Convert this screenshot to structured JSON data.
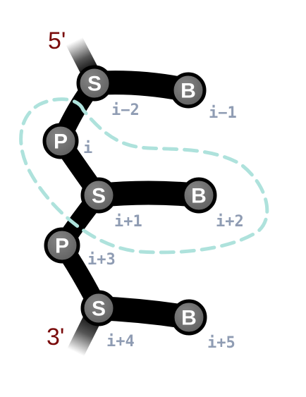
{
  "strand": {
    "five_prime_label": "5'",
    "three_prime_label": "3'",
    "end_label_color": "#7a0b0b",
    "backbone_color": "#000000",
    "node_fill": "#6f6f6f",
    "node_stroke": "#000000"
  },
  "loop": {
    "color": "#aee2dc",
    "style": "dashed"
  },
  "nodes": [
    {
      "id": "s1",
      "letter": "S",
      "index": "i−2"
    },
    {
      "id": "b1",
      "letter": "B",
      "index": "i−1"
    },
    {
      "id": "p1",
      "letter": "P",
      "index": "i"
    },
    {
      "id": "s2",
      "letter": "S",
      "index": "i+1"
    },
    {
      "id": "b2",
      "letter": "B",
      "index": "i+2"
    },
    {
      "id": "p2",
      "letter": "P",
      "index": "i+3"
    },
    {
      "id": "s3",
      "letter": "S",
      "index": "i+4"
    },
    {
      "id": "b3",
      "letter": "B",
      "index": "i+5"
    }
  ],
  "index_label_color": "#8f9cb3"
}
